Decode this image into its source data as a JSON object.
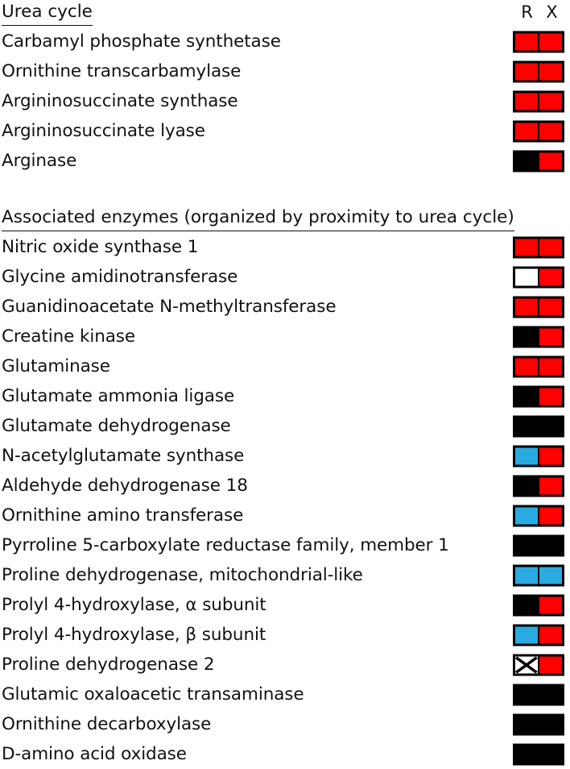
{
  "column_headers": [
    {
      "label": "R",
      "name": "column-header-r"
    },
    {
      "label": "X",
      "name": "column-header-x"
    }
  ],
  "legend_colors": {
    "red": "#ff0000",
    "cyan": "#29abe2",
    "black": "#000000",
    "white": "#ffffff",
    "border": "#000000"
  },
  "sections": [
    {
      "title": "Urea cycle",
      "rows": [
        {
          "label": "Carbamyl phosphate synthetase",
          "r": "red",
          "x": "red"
        },
        {
          "label": "Ornithine transcarbamylase",
          "r": "red",
          "x": "red"
        },
        {
          "label": "Argininosuccinate synthase",
          "r": "red",
          "x": "red"
        },
        {
          "label": "Argininosuccinate lyase",
          "r": "red",
          "x": "red"
        },
        {
          "label": "Arginase",
          "r": "black",
          "x": "red"
        }
      ]
    },
    {
      "title": "Associated enzymes (organized by proximity to urea cycle)",
      "rows": [
        {
          "label": "Nitric oxide synthase 1",
          "r": "red",
          "x": "red"
        },
        {
          "label": "Glycine amidinotransferase",
          "r": "white",
          "x": "red"
        },
        {
          "label": "Guanidinoacetate N-methyltransferase",
          "r": "red",
          "x": "red"
        },
        {
          "label": "Creatine kinase",
          "r": "black",
          "x": "red"
        },
        {
          "label": "Glutaminase",
          "r": "red",
          "x": "red"
        },
        {
          "label": "Glutamate ammonia ligase",
          "r": "black",
          "x": "red"
        },
        {
          "label": "Glutamate dehydrogenase",
          "r": "black",
          "x": "black"
        },
        {
          "label": "N-acetylglutamate synthase",
          "r": "cyan",
          "x": "red"
        },
        {
          "label": "Aldehyde dehydrogenase 18",
          "r": "black",
          "x": "red"
        },
        {
          "label": "Ornithine amino transferase",
          "r": "cyan",
          "x": "red"
        },
        {
          "label": "Pyrroline 5-carboxylate reductase family, member 1",
          "r": "black",
          "x": "black"
        },
        {
          "label": "Proline dehydrogenase, mitochondrial-like",
          "r": "cyan",
          "x": "cyan"
        },
        {
          "label": "Prolyl 4-hydroxylase, α subunit",
          "r": "black",
          "x": "red"
        },
        {
          "label": "Prolyl 4-hydroxylase, β subunit",
          "r": "cyan",
          "x": "red"
        },
        {
          "label": "Proline dehydrogenase 2",
          "r": "cross",
          "x": "red"
        },
        {
          "label": "Glutamic oxaloacetic transaminase",
          "r": "black",
          "x": "black"
        },
        {
          "label": "Ornithine decarboxylase",
          "r": "black",
          "x": "black"
        },
        {
          "label": "D-amino acid oxidase",
          "r": "black",
          "x": "black"
        }
      ]
    }
  ]
}
